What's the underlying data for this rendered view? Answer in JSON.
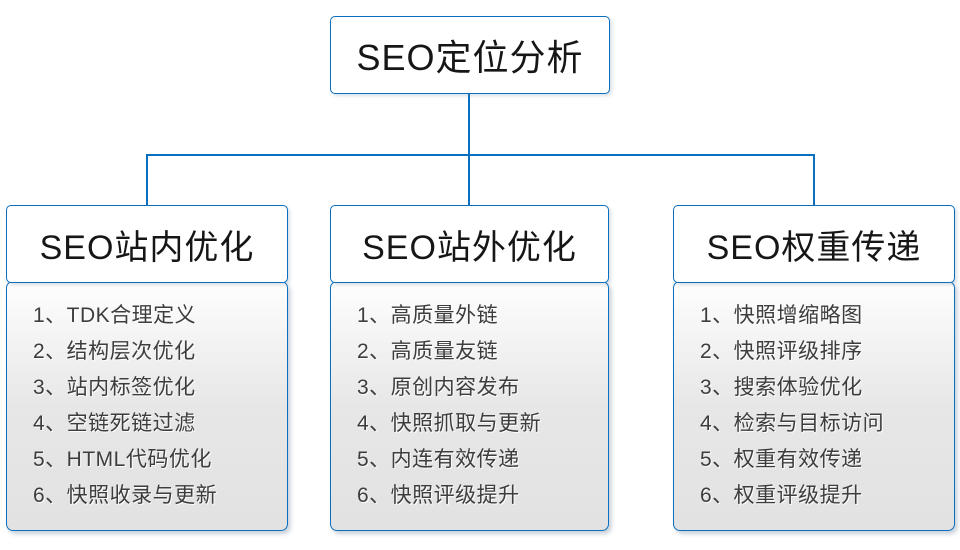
{
  "root": {
    "label": "SEO定位分析"
  },
  "branches": [
    {
      "title": "SEO站内优化",
      "items": [
        "1、TDK合理定义",
        "2、结构层次优化",
        "3、站内标签优化",
        "4、空链死链过滤",
        "5、HTML代码优化",
        "6、快照收录与更新"
      ]
    },
    {
      "title": "SEO站外优化",
      "items": [
        "1、高质量外链",
        "2、高质量友链",
        "3、原创内容发布",
        "4、快照抓取与更新",
        "5、内连有效传递",
        "6、快照评级提升"
      ]
    },
    {
      "title": "SEO权重传递",
      "items": [
        "1、快照增缩略图",
        "2、快照评级排序",
        "3、搜索体验优化",
        "4、检索与目标访问",
        "5、权重有效传递",
        "6、权重评级提升"
      ]
    }
  ],
  "colors": {
    "accent_border": "#0b6fbf",
    "connector": "#0b6fbf",
    "body_gradient_top": "#fefefe",
    "body_gradient_bottom": "#e2e2e2",
    "header_background": "#ffffff",
    "title_text": "#161616",
    "item_text": "#3d3d3d"
  }
}
